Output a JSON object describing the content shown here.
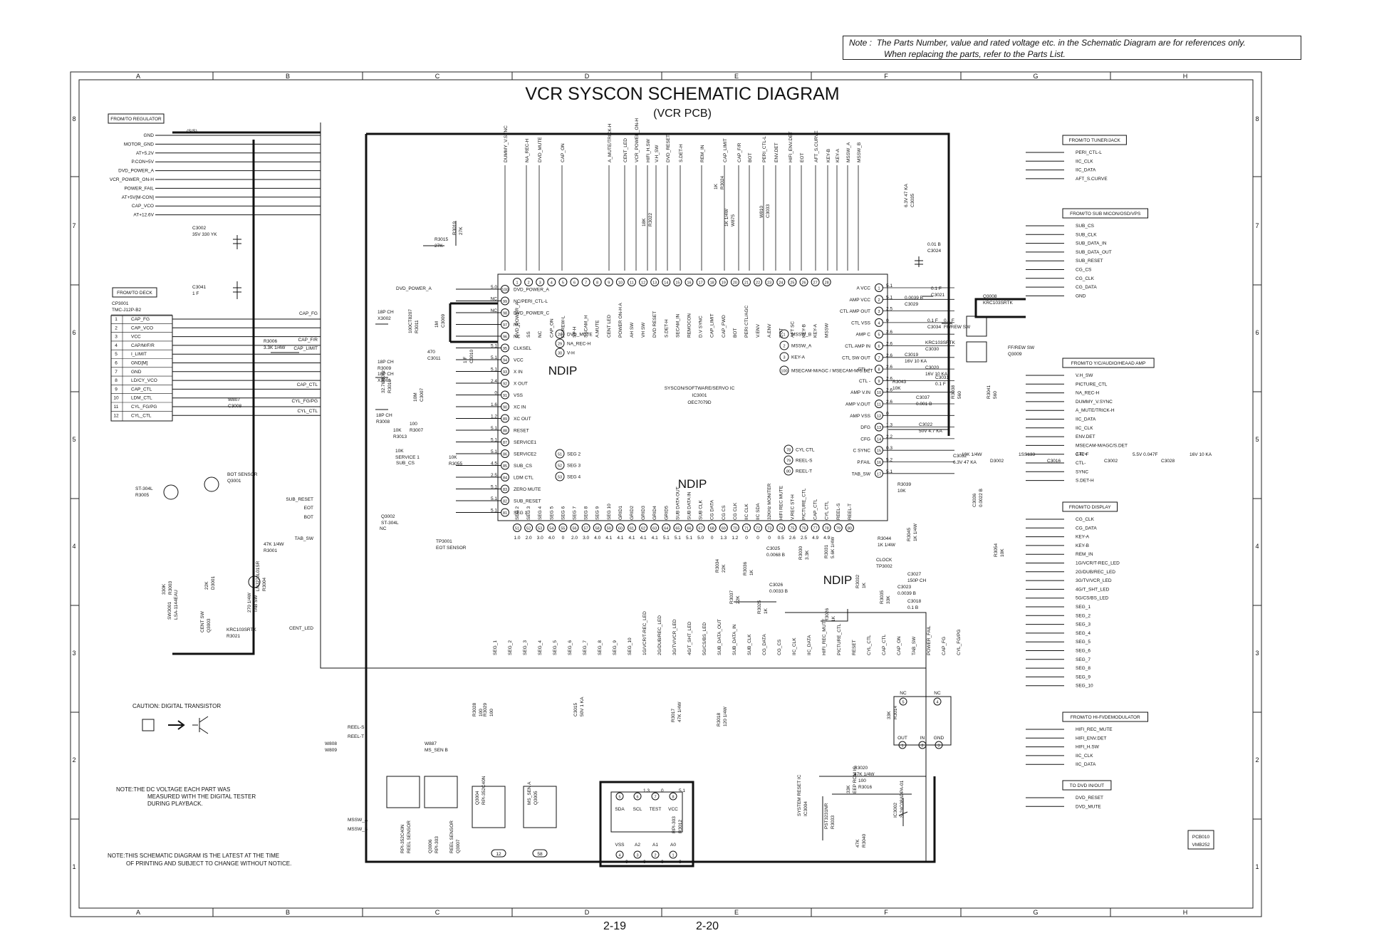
{
  "note": {
    "label": "Note :",
    "line1": "The Parts Number, value and rated voltage etc. in the Schematic Diagram are for references only.",
    "line2": "When replacing the parts, refer to the Parts List."
  },
  "title": "VCR SYSCON SCHEMATIC DIAGRAM",
  "subtitle": "(VCR PCB)",
  "grid": {
    "cols": [
      "A",
      "B",
      "C",
      "D",
      "E",
      "F",
      "G",
      "H"
    ],
    "rows": [
      "8",
      "7",
      "6",
      "5",
      "4",
      "3",
      "2",
      "1"
    ]
  },
  "ic": {
    "name": "SYSCON/SOFTWARE/SERVO IC",
    "ref": "IC3001",
    "part": "OEC7079D",
    "watermark": "NDIP"
  },
  "regulator": {
    "header": "FROM/TO REGULATOR",
    "signals": [
      "GND",
      "MOTOR_GND",
      "AT+5.2V",
      "P.CON+5V",
      "DVD_POWER_A",
      "VCR_POWER_ON-H",
      "POWER_FAIL",
      "AT+5V[M-CON]",
      "CAP_VCO",
      "AT+12.6V"
    ]
  },
  "deck": {
    "header": "FROM/TO DECK",
    "connector": "CP3001",
    "connector_part": "TMC-J12P-B2",
    "pins": [
      {
        "n": "1",
        "s": "CAP_FG"
      },
      {
        "n": "2",
        "s": "CAP_VCO"
      },
      {
        "n": "3",
        "s": "VCC"
      },
      {
        "n": "4",
        "s": "CAP/M/F/R"
      },
      {
        "n": "5",
        "s": "I_LIMIT"
      },
      {
        "n": "6",
        "s": "GND[M]"
      },
      {
        "n": "7",
        "s": "GND"
      },
      {
        "n": "8",
        "s": "LD/CY_VCO"
      },
      {
        "n": "9",
        "s": "CAP_CTL"
      },
      {
        "n": "10",
        "s": "LDM_CTL"
      },
      {
        "n": "11",
        "s": "CYL_FG/PG"
      },
      {
        "n": "12",
        "s": "CYL_CTL"
      }
    ]
  },
  "right_groups": [
    {
      "header": "FROM/TO TUNER/JACK",
      "signals": [
        "PERI_CTL-L",
        "IIC_CLK",
        "IIC_DATA",
        "AFT_S.CURVE"
      ]
    },
    {
      "header": "FROM/TO SUB MICON/OSD/VPS",
      "signals": [
        "SUB_CS",
        "SUB_CLK",
        "SUB_DATA_IN",
        "SUB_DATA_OUT",
        "SUB_RESET",
        "CG_CS",
        "CG_CLK",
        "CG_DATA",
        "GND"
      ]
    },
    {
      "header": "FROM/TO Y/C/AUDIO/HEAAD AMP",
      "signals": [
        "V.H_SW",
        "PICTURE_CTL",
        "NA_REC-H",
        "DUMMY_V.SYNC",
        "A_MUTE/TRICK-H",
        "IIC_DATA",
        "IIC_CLK",
        "ENV.DET",
        "MSECAM-M/AGC/S.DET",
        "CTL+",
        "CTL-",
        "SYNC",
        "S.DET-H"
      ]
    },
    {
      "header": "FROM/TO DISPLAY",
      "signals": [
        "CG_CLK",
        "CG_DATA",
        "KEY-A",
        "KEY-B",
        "REM_IN",
        "1G/VCR/T-REC_LED",
        "2G/DUB/REC_LED",
        "3G/TV/VCR_LED",
        "4G/T_SHT_LED",
        "5G/CS/BS_LED",
        "SEG_1",
        "SEG_2",
        "SEG_3",
        "SEG_4",
        "SEG_5",
        "SEG_6",
        "SEG_7",
        "SEG_8",
        "SEG_9",
        "SEG_10"
      ]
    },
    {
      "header": "FROM/TO HI-FI/DEMODULATOR",
      "signals": [
        "HIFI_REC_MUTE",
        "HIFI_ENV.DET",
        "HIFI_H.SW",
        "IIC_CLK",
        "IIC_DATA"
      ]
    },
    {
      "header": "TO DVD IN/OUT",
      "signals": [
        "DVD_RESET",
        "DVD_MUTE"
      ]
    }
  ],
  "top_signals": [
    "DUMMY_V.SYNC",
    "NA_REC-H",
    "DVD_MUTE",
    "CAP_ON",
    "A_MUTE/TRICK-H",
    "CENT_LED",
    "VCR_POWER_ON-H",
    "HIFI_H.SW",
    "V.H_SW",
    "DVD_RESET",
    "S.DET-H",
    "REM_IN",
    "CAP_LIMIT",
    "CAP_F/R",
    "BOT",
    "PERI_CTL-L",
    "ENV.DET",
    "HIFI_ENV.DET",
    "EOT",
    "AFT_S.CURVE",
    "KEY-B",
    "KEY-A",
    "MSSW_A",
    "MSSW_B"
  ],
  "left_pins": [
    {
      "v": "5.0",
      "n": "100",
      "t": "DVD_POWER_A"
    },
    {
      "v": "NC",
      "n": "99",
      "t": "NC/PERI_CTL-L"
    },
    {
      "v": "NC",
      "n": "98",
      "t": "DVD_POWER_C"
    },
    {
      "v": "",
      "n": "97",
      "t": "NC"
    },
    {
      "v": "",
      "n": "96",
      "t": "NC"
    },
    {
      "v": "5.1",
      "n": "95",
      "t": "CLKSEL"
    },
    {
      "v": "5.1",
      "n": "94",
      "t": "VCC"
    },
    {
      "v": "5.1",
      "n": "93",
      "t": "X IN"
    },
    {
      "v": "2.4",
      "n": "92",
      "t": "X OUT"
    },
    {
      "v": "0",
      "n": "91",
      "t": "VSS"
    },
    {
      "v": "1.6",
      "n": "90",
      "t": "XC IN"
    },
    {
      "v": "1.2",
      "n": "89",
      "t": "XC OUT"
    },
    {
      "v": "5.1",
      "n": "88",
      "t": "RESET"
    },
    {
      "v": "5.1",
      "n": "87",
      "t": "SERVICE1"
    },
    {
      "v": "5.1",
      "n": "86",
      "t": "SERVICE2"
    },
    {
      "v": "4.5",
      "n": "85",
      "t": "SUB_CS"
    },
    {
      "v": "2.5",
      "n": "84",
      "t": "LDM CTL"
    },
    {
      "v": "5.1",
      "n": "83",
      "t": "ZERO MUTE"
    },
    {
      "v": "5.1",
      "n": "82",
      "t": "SUB_RESET"
    },
    {
      "v": "5.1",
      "n": "81",
      "t": "SEG 1"
    }
  ],
  "top_pins": [
    {
      "n": "1",
      "t": "DVD_POWER_A"
    },
    {
      "n": "2",
      "t": "SS"
    },
    {
      "n": "3",
      "t": "NC"
    },
    {
      "n": "4",
      "t": "CAP_ON"
    },
    {
      "n": "5",
      "t": "FF/REW-L"
    },
    {
      "n": "6",
      "t": "SP-H"
    },
    {
      "n": "7",
      "t": "SSCAM_H"
    },
    {
      "n": "8",
      "t": "A.MUTE"
    },
    {
      "n": "9",
      "t": "CENT LED"
    },
    {
      "n": "10",
      "t": "POWER ON-H A"
    },
    {
      "n": "11",
      "t": "AH SW"
    },
    {
      "n": "12",
      "t": "VH SW"
    },
    {
      "n": "13",
      "t": "DVD RESET"
    },
    {
      "n": "14",
      "t": "S.DET-H"
    },
    {
      "n": "15",
      "t": "SECAM_IN"
    },
    {
      "n": "16",
      "t": "REMOCON"
    },
    {
      "n": "17",
      "t": "D.V SYNC"
    },
    {
      "n": "18",
      "t": "CAP_LIMIT"
    },
    {
      "n": "19",
      "t": "CAP_FWD"
    },
    {
      "n": "20",
      "t": "BOT"
    },
    {
      "n": "21",
      "t": "PERI CTL/AGC"
    },
    {
      "n": "22",
      "t": "V.ENV"
    },
    {
      "n": "23",
      "t": "A.ENV"
    },
    {
      "n": "24",
      "t": "EOT"
    },
    {
      "n": "25",
      "t": "AFT SC"
    },
    {
      "n": "26",
      "t": "KEY-B"
    },
    {
      "n": "27",
      "t": "KEY-A"
    },
    {
      "n": "28",
      "t": "MSSW"
    }
  ],
  "right_pins": [
    {
      "n": "1",
      "t": "A VCC",
      "v": "5.1"
    },
    {
      "n": "2",
      "t": "AMP VCC",
      "v": "5.1"
    },
    {
      "n": "3",
      "t": "CTL AMP OUT",
      "v": "2.5"
    },
    {
      "n": "4",
      "t": "CTL VSS",
      "v": "0"
    },
    {
      "n": "5",
      "t": "AMP C",
      "v": "2.6"
    },
    {
      "n": "6",
      "t": "CTL AMP IN",
      "v": "2.6"
    },
    {
      "n": "7",
      "t": "CTL SW OUT",
      "v": "2.6"
    },
    {
      "n": "8",
      "t": "CTL +",
      "v": "2.6"
    },
    {
      "n": "9",
      "t": "CTL -",
      "v": "2.6"
    },
    {
      "n": "10",
      "t": "AMP V.IN",
      "v": "2.6"
    },
    {
      "n": "11",
      "t": "AMP V.OUT",
      "v": "2.6"
    },
    {
      "n": "12",
      "t": "AMP VSS",
      "v": "0"
    },
    {
      "n": "13",
      "t": "DFG",
      "v": "1.3"
    },
    {
      "n": "14",
      "t": "CFG",
      "v": "2.2"
    },
    {
      "n": "15",
      "t": "C SYNC",
      "v": "0.3"
    },
    {
      "n": "16",
      "t": "P.FAIL",
      "v": "5.2"
    },
    {
      "n": "17",
      "t": "TAB_SW",
      "v": "5.1"
    }
  ],
  "bottom_pins": [
    {
      "n": "51",
      "t": "SEG 2"
    },
    {
      "n": "52",
      "t": "SEG 3"
    },
    {
      "n": "53",
      "t": "SEG 4"
    },
    {
      "n": "54",
      "t": "SEG 5"
    },
    {
      "n": "55",
      "t": "SEG 6"
    },
    {
      "n": "56",
      "t": "SEG 7"
    },
    {
      "n": "57",
      "t": "SEG 8"
    },
    {
      "n": "58",
      "t": "SEG 9"
    },
    {
      "n": "59",
      "t": "SEG 10"
    },
    {
      "n": "60",
      "t": "GRID1"
    },
    {
      "n": "61",
      "t": "GRID2"
    },
    {
      "n": "62",
      "t": "GRID3"
    },
    {
      "n": "63",
      "t": "GRID4"
    },
    {
      "n": "64",
      "t": "GRID5"
    },
    {
      "n": "65",
      "t": "SUB DATA OUT"
    },
    {
      "n": "66",
      "t": "SUB DATA IN"
    },
    {
      "n": "67",
      "t": "SUB CLK"
    },
    {
      "n": "68",
      "t": "CG DATA"
    },
    {
      "n": "69",
      "t": "CG CS"
    },
    {
      "n": "70",
      "t": "CG CLK"
    },
    {
      "n": "71",
      "t": "IIC CLK"
    },
    {
      "n": "72",
      "t": "IIC SDA"
    },
    {
      "n": "73",
      "t": "32KHz MONITER"
    },
    {
      "n": "74",
      "t": "HIFI REC MUTE"
    },
    {
      "n": "75",
      "t": "V.REC ST-H"
    },
    {
      "n": "76",
      "t": "PICTURE_CTL"
    },
    {
      "n": "77",
      "t": "CAP_CTL"
    },
    {
      "n": "78",
      "t": "CYL CTL"
    },
    {
      "n": "79",
      "t": "REEL-S"
    },
    {
      "n": "80",
      "t": "REEL-T"
    }
  ],
  "bottom_voltages": [
    "1.0",
    "2.0",
    "3.0",
    "4.0",
    "0",
    "2.0",
    "3.0",
    "4.0",
    "4.1",
    "4.1",
    "4.1",
    "4.1",
    "4.1",
    "5.1",
    "5.1",
    "5.1",
    "5.0",
    "0",
    "1.3",
    "1.2",
    "0",
    "0",
    "0",
    "0.5",
    "2.6",
    "2.5",
    "4.9",
    "4.9",
    "",
    ""
  ],
  "callouts_inner": [
    {
      "n": "28",
      "t": "DVD_MUTE"
    },
    {
      "n": "29",
      "t": "NA_REC-H"
    },
    {
      "n": "30",
      "t": "V-H"
    },
    {
      "n": "51",
      "t": "SEG 2"
    },
    {
      "n": "52",
      "t": "SEG 3"
    },
    {
      "n": "53",
      "t": "SEG 4"
    },
    {
      "n": "1",
      "t": "MSSW_B"
    },
    {
      "n": "2",
      "t": "MSSW_A"
    },
    {
      "n": "3",
      "t": "KEY-A"
    },
    {
      "n": "100",
      "t": "MSECAM-M/AGC / MSECAM-M/S.DET"
    },
    {
      "n": "78",
      "t": "CYL CTL"
    },
    {
      "n": "79",
      "t": "REEL-S"
    },
    {
      "n": "80",
      "t": "REEL-T"
    }
  ],
  "bottom_signals": [
    "SEG_1",
    "SEG_2",
    "SEG_3",
    "SEG_4",
    "SEG_5",
    "SEG_6",
    "SEG_7",
    "SEG_8",
    "SEG_9",
    "SEG_10",
    "1G/VCR/T-REC_LED",
    "2G/DUB/REC_LED",
    "3G/TV/VCR_LED",
    "4G/T_SHT_LED",
    "5G/CS/BS_LED",
    "SUB_DATA_OUT",
    "SUB_DATA_IN",
    "SUB_CLK",
    "CG_DATA",
    "CG_CS",
    "IIC_CLK",
    "IIC_DATA",
    "HIFI_REC_MUTE",
    "PICTURE_CTL",
    "RESET",
    "CYL_CTL",
    "CAP_CTL",
    "CAP_ON",
    "TAB_SW",
    "POWER_FAIL",
    "CAP_FG",
    "CYL_FG/PG"
  ],
  "left_net_labels": [
    "CAP_FG",
    "CAP_F/R",
    "CAP_LIMIT",
    "CAP_CTL",
    "CYL_FG/PG",
    "CYL_CTL",
    "DVD_POWER_A",
    "SUB_CS",
    "SUB_RESET",
    "EOT",
    "BOT",
    "TAB_SW",
    "CENT_LED",
    "REEL-S",
    "REEL-T",
    "MSSW_A",
    "MSSW_B"
  ],
  "components": [
    {
      "t": "C3002"
    },
    {
      "t": "35V 330 YK"
    },
    {
      "t": "C3041"
    },
    {
      "t": "1 F"
    },
    {
      "t": "R3015"
    },
    {
      "t": "27K"
    },
    {
      "t": "R3019"
    },
    {
      "t": "27K"
    },
    {
      "t": "R3006"
    },
    {
      "t": "3.3K 1/4W"
    },
    {
      "t": "W807"
    },
    {
      "t": "C3008"
    },
    {
      "t": "18P CH"
    },
    {
      "t": "X3002"
    },
    {
      "t": "100CT8207"
    },
    {
      "t": "R3011"
    },
    {
      "t": "1M"
    },
    {
      "t": "C3009"
    },
    {
      "t": "18P CH"
    },
    {
      "t": "R3009"
    },
    {
      "t": "470"
    },
    {
      "t": "C3011"
    },
    {
      "t": "1 F"
    },
    {
      "t": "C3010"
    },
    {
      "t": "18P CH"
    },
    {
      "t": "X3001"
    },
    {
      "t": "32.768KHz"
    },
    {
      "t": "R3010"
    },
    {
      "t": "10M"
    },
    {
      "t": "C3007"
    },
    {
      "t": "18P CH"
    },
    {
      "t": "R3008"
    },
    {
      "t": "100"
    },
    {
      "t": "R3007"
    },
    {
      "t": "10K"
    },
    {
      "t": "R3013"
    },
    {
      "t": "10K"
    },
    {
      "t": "R3055"
    },
    {
      "t": "10K"
    },
    {
      "t": "SERVICE 1"
    },
    {
      "t": "TP3001"
    },
    {
      "t": "EOT SENSOR"
    },
    {
      "t": "Q3002"
    },
    {
      "t": "ST-304L"
    },
    {
      "t": "BOT SENSOR"
    },
    {
      "t": "Q3001"
    },
    {
      "t": "ST-304L"
    },
    {
      "t": "R3005"
    },
    {
      "t": "47K 1/4W"
    },
    {
      "t": "R3001"
    },
    {
      "t": "330K"
    },
    {
      "t": "R3003"
    },
    {
      "t": "22K"
    },
    {
      "t": "D3001"
    },
    {
      "t": "LNJ270L01SR"
    },
    {
      "t": "R3004"
    },
    {
      "t": "270 1/4W"
    },
    {
      "t": "TAB SW"
    },
    {
      "t": "SW3001"
    },
    {
      "t": "LSA-1144EAU"
    },
    {
      "t": "CENT SW"
    },
    {
      "t": "Q3003"
    },
    {
      "t": "KRC103SRTK"
    },
    {
      "t": "R3021"
    },
    {
      "t": "18K"
    },
    {
      "t": "R3022"
    },
    {
      "t": "1K"
    },
    {
      "t": "R3024"
    },
    {
      "t": "1K 1/4W"
    },
    {
      "t": "W875"
    },
    {
      "t": "W810"
    },
    {
      "t": "C3033"
    },
    {
      "t": "6.3V 47 KA"
    },
    {
      "t": "C3035"
    },
    {
      "t": "0.01 B"
    },
    {
      "t": "C3024"
    },
    {
      "t": "0.1 F"
    },
    {
      "t": "C3021"
    },
    {
      "t": "0.0039 B"
    },
    {
      "t": "C3029"
    },
    {
      "t": "0.1 F"
    },
    {
      "t": "C3034"
    },
    {
      "t": "0.1 F"
    },
    {
      "t": "FF/REW SW"
    },
    {
      "t": "Q3008"
    },
    {
      "t": "KRC103SRTK"
    },
    {
      "t": "FF/REW SW"
    },
    {
      "t": "Q3009"
    },
    {
      "t": "KRC103SRTK"
    },
    {
      "t": "C3030"
    },
    {
      "t": "C3019"
    },
    {
      "t": "16V 10 KA"
    },
    {
      "t": "C3020"
    },
    {
      "t": "16V 10 KA"
    },
    {
      "t": "C3031"
    },
    {
      "t": "0.1 F"
    },
    {
      "t": "R3038"
    },
    {
      "t": "560"
    },
    {
      "t": "R3041"
    },
    {
      "t": "560"
    },
    {
      "t": "R3043"
    },
    {
      "t": "10K"
    },
    {
      "t": "C3037"
    },
    {
      "t": "0.001 B"
    },
    {
      "t": "C3022"
    },
    {
      "t": "50V 4.7 KA"
    },
    {
      "t": "C3032"
    },
    {
      "t": "6.3V 47 KA"
    },
    {
      "t": "R3039"
    },
    {
      "t": "10K"
    },
    {
      "t": "C3036"
    },
    {
      "t": "0.0022 B"
    },
    {
      "t": "R3054"
    },
    {
      "t": "10K"
    },
    {
      "t": "R3044"
    },
    {
      "t": "1K 1/4W"
    },
    {
      "t": "R3045"
    },
    {
      "t": "1K 1/4W"
    },
    {
      "t": "CLOCK"
    },
    {
      "t": "TP3002"
    },
    {
      "t": "C3027"
    },
    {
      "t": "150P CH"
    },
    {
      "t": "C3023"
    },
    {
      "t": "0.0039 B"
    },
    {
      "t": "C3018"
    },
    {
      "t": "0.1 B"
    },
    {
      "t": "C3025"
    },
    {
      "t": "0.0068 B"
    },
    {
      "t": "C3026"
    },
    {
      "t": "0.0033 B"
    },
    {
      "t": "R3030"
    },
    {
      "t": "3.3K"
    },
    {
      "t": "R3031"
    },
    {
      "t": "5.6K 1/4W"
    },
    {
      "t": "R3032"
    },
    {
      "t": "1K"
    },
    {
      "t": "R3035"
    },
    {
      "t": "33K"
    },
    {
      "t": "R3034"
    },
    {
      "t": "22K"
    },
    {
      "t": "R3037"
    },
    {
      "t": "22K"
    },
    {
      "t": "R3036"
    },
    {
      "t": "1K"
    },
    {
      "t": "R3025"
    },
    {
      "t": "1K"
    },
    {
      "t": "R3026"
    },
    {
      "t": "1K"
    },
    {
      "t": "R3028"
    },
    {
      "t": "100"
    },
    {
      "t": "R3029"
    },
    {
      "t": "100"
    },
    {
      "t": "C3015"
    },
    {
      "t": "50V 1 KA"
    },
    {
      "t": "R3017"
    },
    {
      "t": "47K 1/4W"
    },
    {
      "t": "R3018"
    },
    {
      "t": "120 1/4W"
    },
    {
      "t": "R3020"
    },
    {
      "t": "47K 1/4W"
    },
    {
      "t": "W808"
    },
    {
      "t": "W809"
    },
    {
      "t": "W887"
    },
    {
      "t": "MS_SEN B"
    },
    {
      "t": "Q3004"
    },
    {
      "t": "RPI-352C40N"
    },
    {
      "t": "MS_SEN A"
    },
    {
      "t": "Q3005"
    },
    {
      "t": "RPI-352C40N"
    },
    {
      "t": "REEL SENSOR"
    },
    {
      "t": "Q3006"
    },
    {
      "t": "RPI-303"
    },
    {
      "t": "REEL SENSOR"
    },
    {
      "t": "Q3007"
    },
    {
      "t": "RPI-303"
    },
    {
      "t": "R3012"
    },
    {
      "t": "33K"
    },
    {
      "t": "R3014"
    },
    {
      "t": "100"
    },
    {
      "t": "R3016"
    },
    {
      "t": "33K"
    },
    {
      "t": "EEP ROM IC"
    },
    {
      "t": "IC3002"
    },
    {
      "t": "S-24C08ADPA-01"
    },
    {
      "t": "SYSTEM RESET IC"
    },
    {
      "t": "IC3004"
    },
    {
      "t": "PST3231NR"
    },
    {
      "t": "R3033"
    },
    {
      "t": "47K"
    },
    {
      "t": "R3040"
    },
    {
      "t": "10K 1/4W"
    },
    {
      "t": "D3002"
    },
    {
      "t": "1SS133"
    },
    {
      "t": "C3016"
    },
    {
      "t": "0.47 F"
    },
    {
      "t": "C3002"
    },
    {
      "t": "5.5V 0.047F"
    },
    {
      "t": "C3028"
    },
    {
      "t": "16V 10 KA"
    }
  ],
  "eeprom_pins": [
    {
      "n": "5",
      "t": "SDA",
      "v": ""
    },
    {
      "n": "6",
      "t": "SCL",
      "v": "1.3"
    },
    {
      "n": "7",
      "t": "TEST",
      "v": "0"
    },
    {
      "n": "8",
      "t": "VCC",
      "v": "5.1"
    },
    {
      "n": "4",
      "t": "VSS",
      "v": "0"
    },
    {
      "n": "3",
      "t": "A2",
      "v": "0"
    },
    {
      "n": "2",
      "t": "A1",
      "v": "0"
    },
    {
      "n": "1",
      "t": "A0",
      "v": "0"
    }
  ],
  "reset_pins": [
    {
      "n": "5",
      "t": "NC"
    },
    {
      "n": "4",
      "t": "NC"
    },
    {
      "n": "1",
      "t": "OUT"
    },
    {
      "n": "2",
      "t": "IN"
    },
    {
      "n": "3",
      "t": "GND"
    }
  ],
  "caution": "CAUTION: DIGITAL TRANSISTOR",
  "note_dc": {
    "line1": "NOTE:THE DC VOLTAGE EACH PART WAS",
    "line2": "MEASURED WITH THE DIGITAL TESTER",
    "line3": "DURING PLAYBACK."
  },
  "note_latest": {
    "line1": "NOTE:THIS SCHEMATIC DIAGRAM IS THE LATEST AT THE TIME",
    "line2": "OF PRINTING AND SUBJECT TO CHANGE WITHOUT NOTICE."
  },
  "pcb_code": {
    "line1": "PCB010",
    "line2": "VMB252"
  },
  "page_numbers": {
    "left": "2-19",
    "right": "2-20"
  },
  "ss_label": "(S/S)",
  "nc_label": "NC",
  "jumper_markers": [
    "12",
    "58"
  ]
}
